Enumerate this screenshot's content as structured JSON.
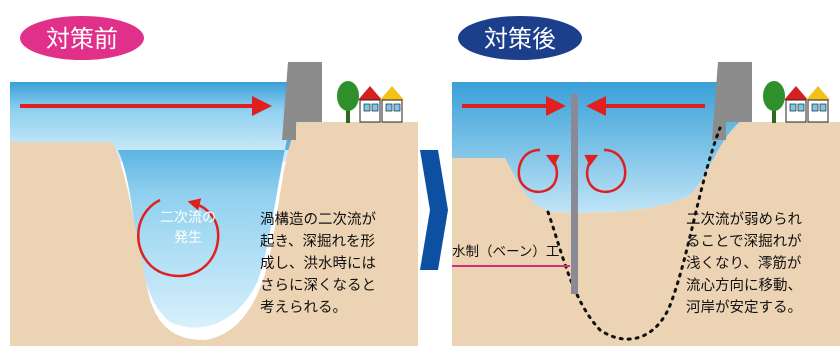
{
  "before": {
    "title": "対策前",
    "circulation_label": [
      "二次流の",
      "発生"
    ],
    "description": [
      "渦構造の二次流が",
      "起き、深掘れを形",
      "成し、洪水時には",
      "さらに深くなると",
      "考えられる。"
    ]
  },
  "after": {
    "title": "対策後",
    "vane_label": "水制（ベーン）工",
    "description": [
      "二次流が弱められ",
      "ることで深掘れが",
      "浅くなり、澪筋が",
      "流心方向に移動、",
      "河岸が安定する。"
    ]
  },
  "colors": {
    "before_badge": "#e0308a",
    "after_badge": "#1c3f8c",
    "water_top": "#3aa0d8",
    "water_light": "#bfe4f6",
    "ground": "#ecd3b3",
    "flow_arrow": "#e02020",
    "transition_arrow": "#0d4fa0",
    "wall": "#8c8c8c",
    "vane_pole": "#8a8a96",
    "vane_base_line": "#d0307a"
  }
}
